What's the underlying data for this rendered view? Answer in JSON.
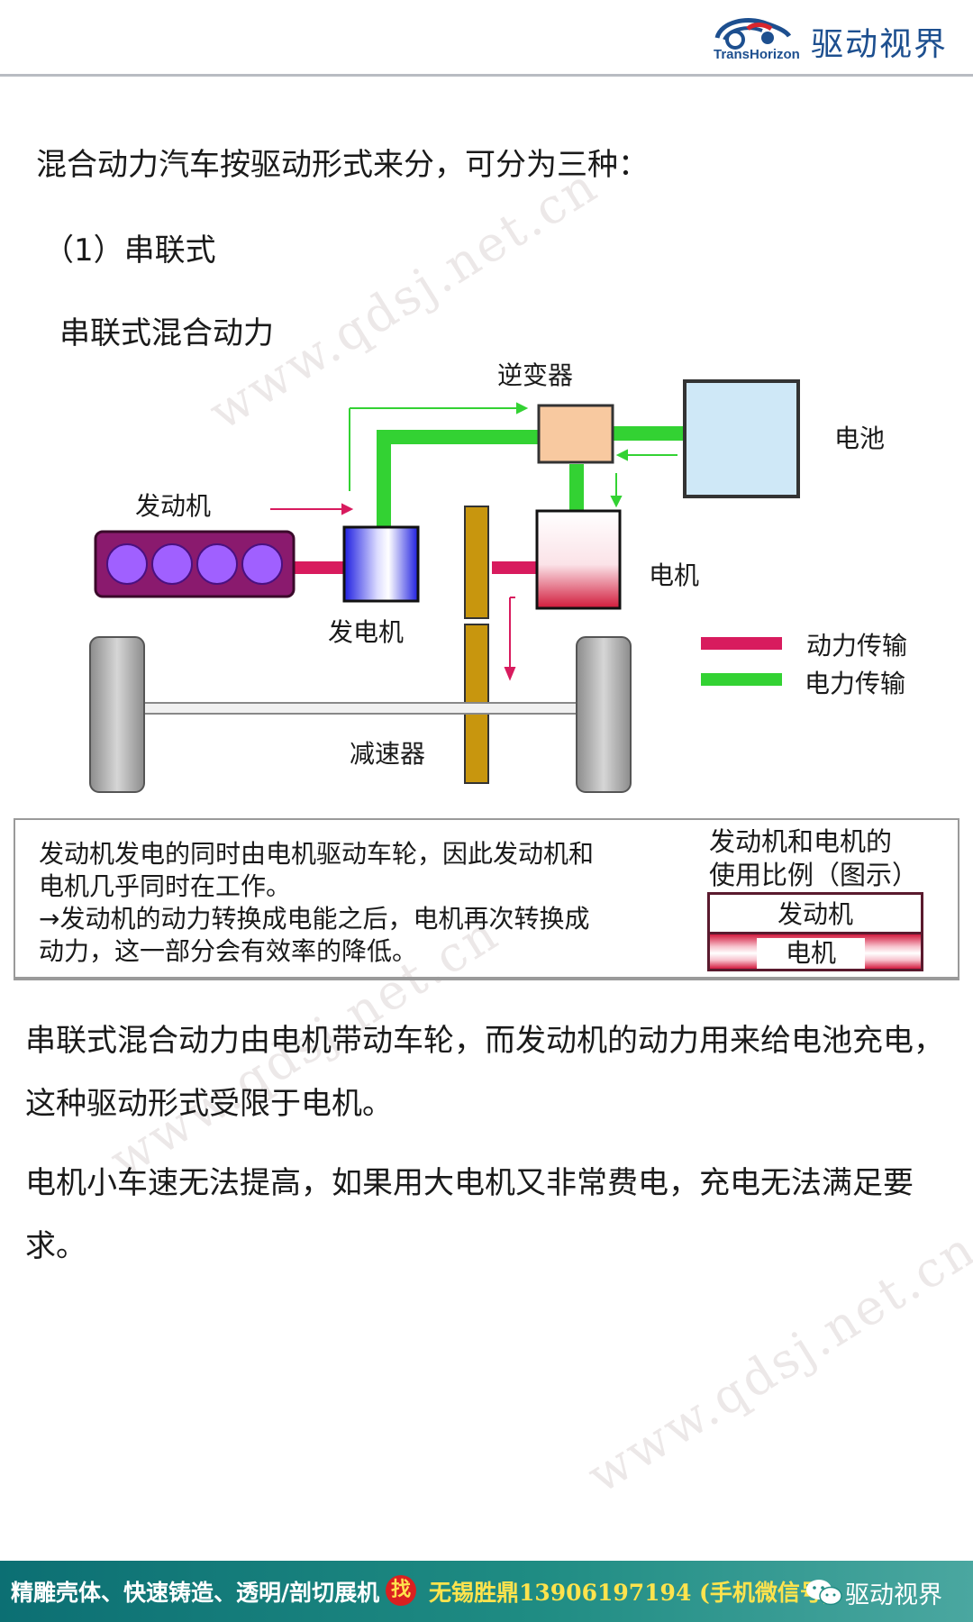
{
  "header": {
    "logo_text": "TransHorizon",
    "brand": "驱动视界"
  },
  "intro": "混合动力汽车按驱动形式来分，可分为三种：",
  "section_heading": "（1）串联式",
  "diagram": {
    "title": "串联式混合动力",
    "labels": {
      "inverter": "逆变器",
      "battery": "电池",
      "engine": "发动机",
      "generator": "发电机",
      "motor": "电机",
      "reducer": "减速器"
    },
    "legend": {
      "power": "动力传输",
      "electric": "电力传输"
    },
    "colors": {
      "power_line": "#d81b5e",
      "electric_line": "#33d233",
      "engine": "#8a1a6e",
      "cylinder": "#a060ff",
      "battery": "#cfe8f7",
      "inverter": "#f8c9a0",
      "reducer": "#c8960e"
    }
  },
  "info_box": {
    "lines": [
      "发动机发电的同时由电机驱动车轮，因此发动机和",
      "电机几乎同时在工作。",
      "→发动机的动力转换成电能之后，电机再次转换成",
      "动力，这一部分会有效率的降低。"
    ],
    "ratio_title_1": "发动机和电机的",
    "ratio_title_2": "使用比例（图示）",
    "ratio_engine": "发动机",
    "ratio_motor": "电机"
  },
  "paragraphs": [
    "串联式混合动力由电机带动车轮，而发动机的动力用来给电池充电，这种驱动形式受限于电机。",
    "电机小车速无法提高，如果用大电机又非常费电，充电无法满足要求。"
  ],
  "watermark": "www.qdsj.net.cn",
  "footer": {
    "promo": "精雕壳体、快速铸造、透明/剖切展机",
    "find": "找",
    "contact": "无锡胜鼎13906197194 (手机微信号)",
    "brand": "驱动视界"
  }
}
